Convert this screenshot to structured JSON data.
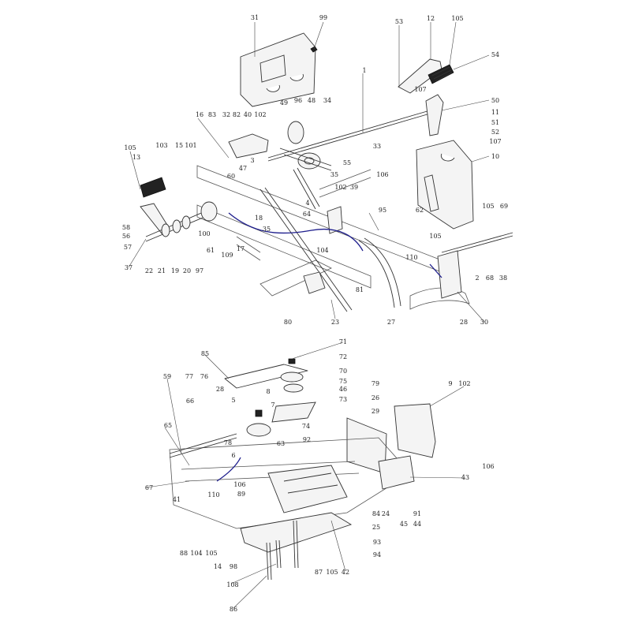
{
  "callouts": [
    {
      "label": "31"
    },
    {
      "label": "99"
    },
    {
      "label": "53"
    },
    {
      "label": "12"
    },
    {
      "label": "105"
    },
    {
      "label": "54"
    },
    {
      "label": "1"
    },
    {
      "label": "107"
    },
    {
      "label": "50"
    },
    {
      "label": "11"
    },
    {
      "label": "51"
    },
    {
      "label": "52"
    },
    {
      "label": "107"
    },
    {
      "label": "10"
    },
    {
      "label": "49"
    },
    {
      "label": "96"
    },
    {
      "label": "48"
    },
    {
      "label": "34"
    },
    {
      "label": "16"
    },
    {
      "label": "83"
    },
    {
      "label": "32"
    },
    {
      "label": "82"
    },
    {
      "label": "40"
    },
    {
      "label": "102"
    },
    {
      "label": "33"
    },
    {
      "label": "106"
    },
    {
      "label": "105"
    },
    {
      "label": "103"
    },
    {
      "label": "15"
    },
    {
      "label": "101"
    },
    {
      "label": "13"
    },
    {
      "label": "3"
    },
    {
      "label": "35"
    },
    {
      "label": "55"
    },
    {
      "label": "47"
    },
    {
      "label": "60"
    },
    {
      "label": "102"
    },
    {
      "label": "39"
    },
    {
      "label": "62"
    },
    {
      "label": "105"
    },
    {
      "label": "69"
    },
    {
      "label": "4"
    },
    {
      "label": "64"
    },
    {
      "label": "18"
    },
    {
      "label": "95"
    },
    {
      "label": "58"
    },
    {
      "label": "56"
    },
    {
      "label": "57"
    },
    {
      "label": "100"
    },
    {
      "label": "35"
    },
    {
      "label": "105"
    },
    {
      "label": "61"
    },
    {
      "label": "109"
    },
    {
      "label": "17"
    },
    {
      "label": "104"
    },
    {
      "label": "110"
    },
    {
      "label": "37"
    },
    {
      "label": "22"
    },
    {
      "label": "21"
    },
    {
      "label": "19"
    },
    {
      "label": "20"
    },
    {
      "label": "97"
    },
    {
      "label": "2"
    },
    {
      "label": "68"
    },
    {
      "label": "38"
    },
    {
      "label": "81"
    },
    {
      "label": "80"
    },
    {
      "label": "23"
    },
    {
      "label": "27"
    },
    {
      "label": "28"
    },
    {
      "label": "30"
    },
    {
      "label": "71"
    },
    {
      "label": "85"
    },
    {
      "label": "72"
    },
    {
      "label": "70"
    },
    {
      "label": "75"
    },
    {
      "label": "46"
    },
    {
      "label": "73"
    },
    {
      "label": "59"
    },
    {
      "label": "77"
    },
    {
      "label": "76"
    },
    {
      "label": "28"
    },
    {
      "label": "8"
    },
    {
      "label": "79"
    },
    {
      "label": "9"
    },
    {
      "label": "102"
    },
    {
      "label": "66"
    },
    {
      "label": "5"
    },
    {
      "label": "7"
    },
    {
      "label": "26"
    },
    {
      "label": "29"
    },
    {
      "label": "74"
    },
    {
      "label": "65"
    },
    {
      "label": "78"
    },
    {
      "label": "92"
    },
    {
      "label": "63"
    },
    {
      "label": "6"
    },
    {
      "label": "106"
    },
    {
      "label": "43"
    },
    {
      "label": "67"
    },
    {
      "label": "106"
    },
    {
      "label": "110"
    },
    {
      "label": "89"
    },
    {
      "label": "41"
    },
    {
      "label": "84"
    },
    {
      "label": "24"
    },
    {
      "label": "91"
    },
    {
      "label": "25"
    },
    {
      "label": "45"
    },
    {
      "label": "44"
    },
    {
      "label": "93"
    },
    {
      "label": "88"
    },
    {
      "label": "104"
    },
    {
      "label": "105"
    },
    {
      "label": "94"
    },
    {
      "label": "14"
    },
    {
      "label": "98"
    },
    {
      "label": "87"
    },
    {
      "label": "105"
    },
    {
      "label": "42"
    },
    {
      "label": "108"
    },
    {
      "label": "86"
    }
  ]
}
